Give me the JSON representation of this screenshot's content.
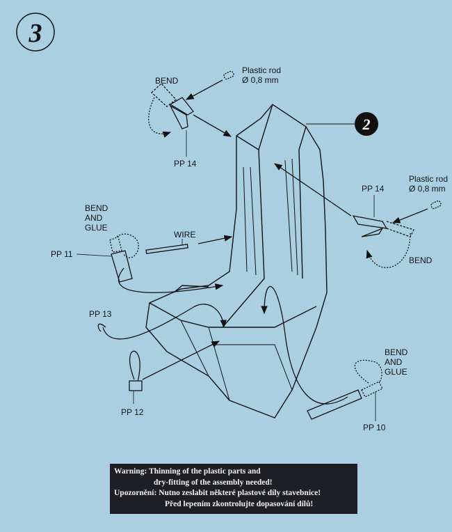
{
  "step": {
    "number": "3",
    "ref_step": "2"
  },
  "labels": {
    "bend_top": "BEND",
    "rod_top_1": "Plastic rod",
    "rod_top_2": "Ø 0,8 mm",
    "pp14_left": "PP 14",
    "rod_right_1": "Plastic rod",
    "rod_right_2": "Ø 0,8 mm",
    "pp14_right": "PP 14",
    "bend_right": "BEND",
    "bend_glue_left_1": "BEND",
    "bend_glue_left_2": "AND",
    "bend_glue_left_3": "GLUE",
    "pp11": "PP 11",
    "wire": "WIRE",
    "pp13": "PP 13",
    "pp12": "PP 12",
    "bend_glue_right_1": "BEND",
    "bend_glue_right_2": "AND",
    "bend_glue_right_3": "GLUE",
    "pp10": "PP 10"
  },
  "warning": {
    "line1": "Warning: Thinning of the plastic parts and",
    "line2": "dry-fitting of the assembly needed!",
    "line3": "Upozornění: Nutno zeslabit některé plastové díly stavebnice!",
    "line4": "Před lepením zkontrolujte dopasování dílů!"
  }
}
